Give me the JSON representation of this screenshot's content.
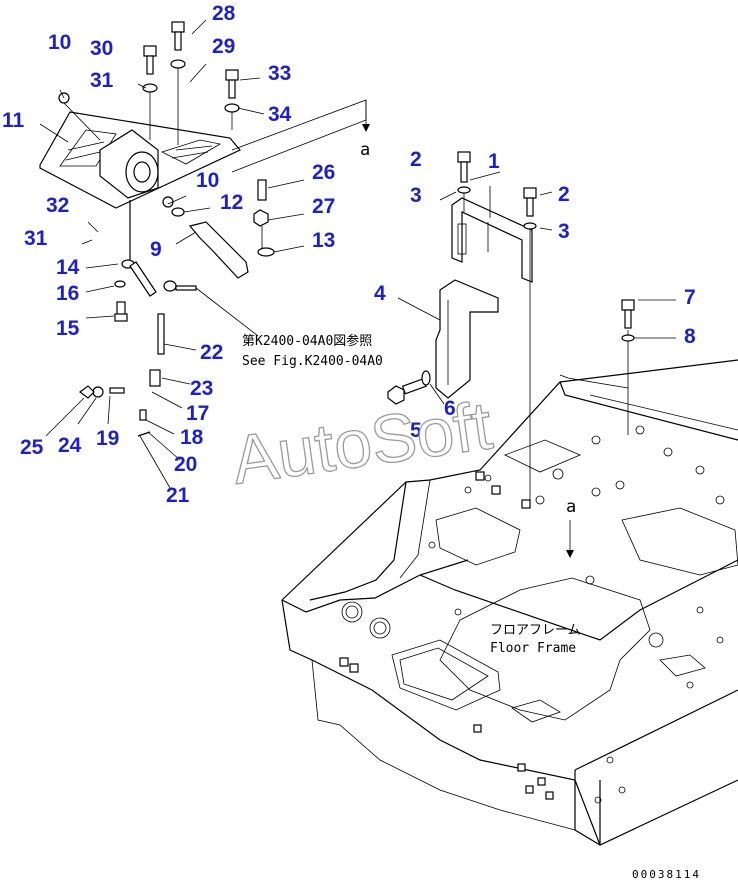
{
  "callouts": [
    "1",
    "2",
    "3",
    "4",
    "5",
    "6",
    "7",
    "8",
    "9",
    "10",
    "11",
    "12",
    "13",
    "14",
    "15",
    "16",
    "17",
    "18",
    "19",
    "20",
    "21",
    "22",
    "23",
    "24",
    "25",
    "26",
    "27",
    "28",
    "29",
    "30",
    "31",
    "32",
    "33",
    "34"
  ],
  "reference_note": {
    "jp": "第K2400-04A0図参照",
    "en": "See Fig.K2400-04A0"
  },
  "section_marker": "a",
  "floor_frame_label": {
    "jp": "フロアフレーム",
    "en": "Floor Frame"
  },
  "watermark": "AutoSoft",
  "drawing_code": "00038114",
  "colors": {
    "callout": "#1d1fc9",
    "line": "#000000",
    "watermark_outline": "#9a9a9a"
  }
}
